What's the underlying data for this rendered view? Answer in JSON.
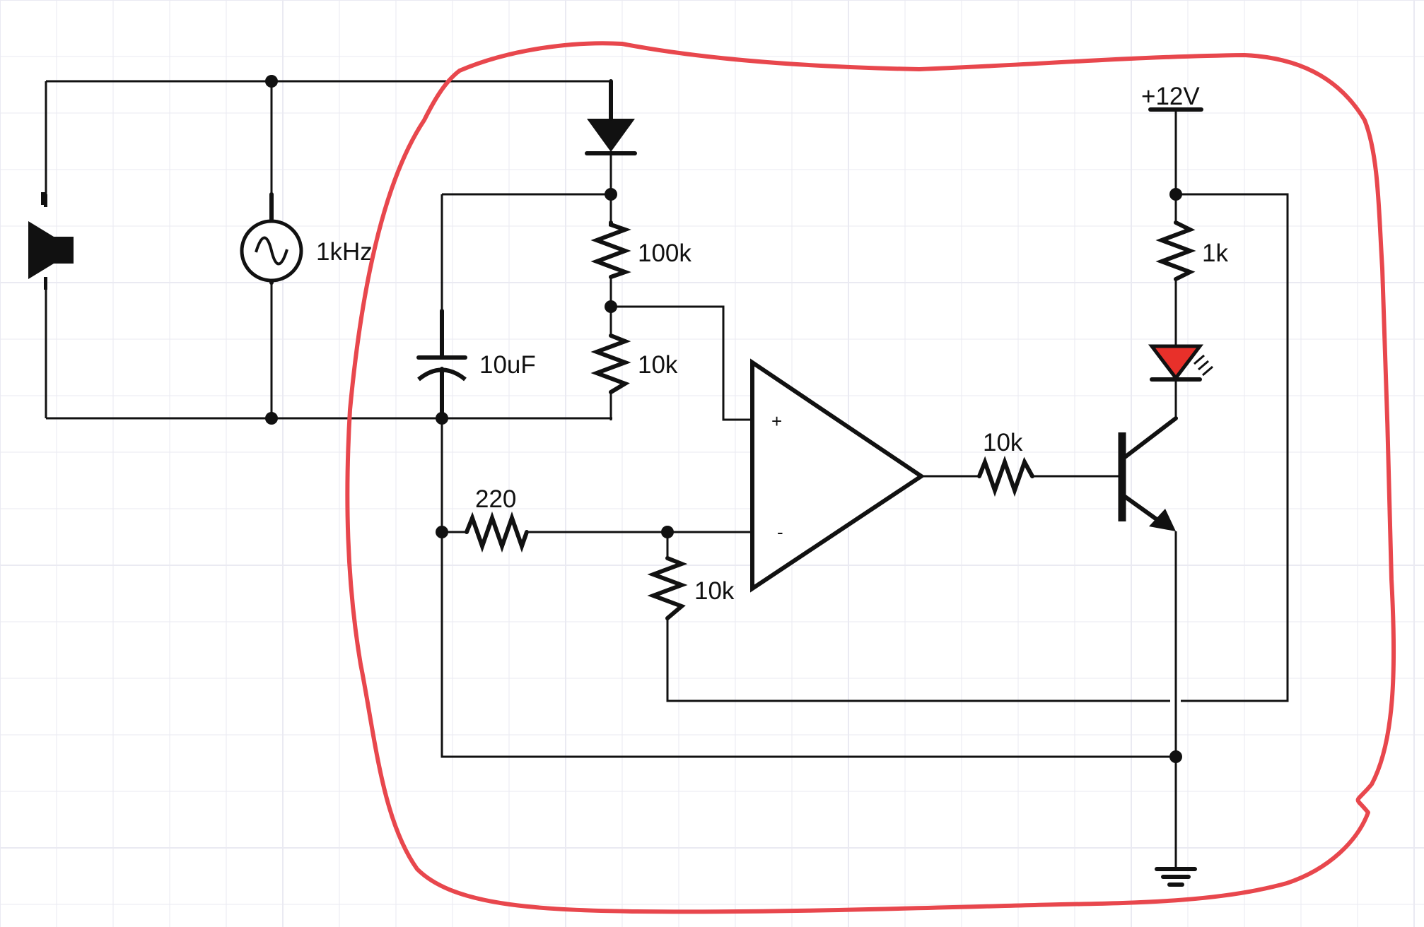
{
  "labels": {
    "source": "1kHz",
    "r_top": "100k",
    "r_bottom": "10k",
    "capacitor": "10uF",
    "r_feedback": "10k",
    "r_input": "220",
    "r_base": "10k",
    "r_led": "1k",
    "supply": "+12V",
    "opamp_plus": "+",
    "opamp_minus": "-"
  },
  "colors": {
    "wire": "#111111",
    "led_fill": "#e8302a",
    "highlight": "#e8474d",
    "grid": "#eaeaf2"
  },
  "icons": {
    "speaker": "speaker-icon",
    "ac_source": "ac-source-icon",
    "diode": "diode-icon",
    "led": "led-icon",
    "transistor": "npn-transistor-icon",
    "opamp": "opamp-icon",
    "ground": "ground-icon"
  }
}
